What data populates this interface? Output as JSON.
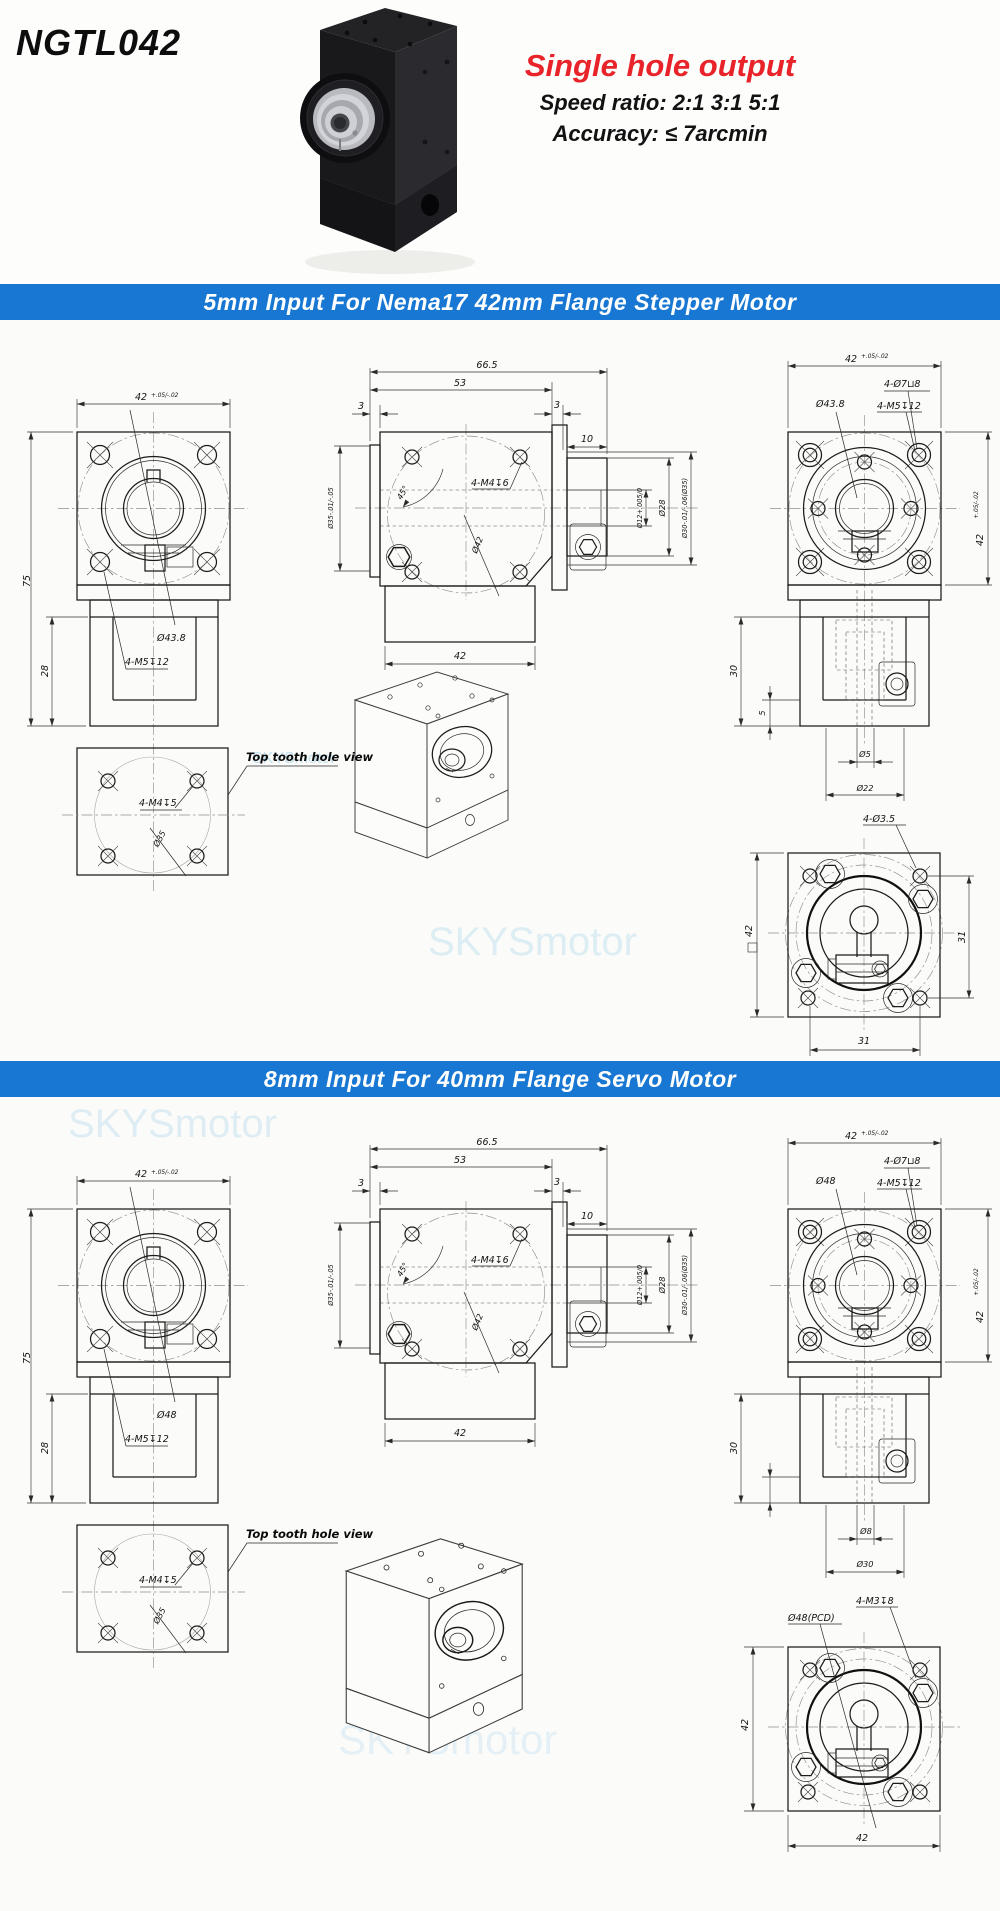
{
  "header": {
    "model": "NGTL042",
    "highlight": "Single hole output",
    "speed_ratio": "Speed ratio: 2:1  3:1  5:1",
    "accuracy": "Accuracy: ≤ 7arcmin",
    "red": "#e8232a"
  },
  "banners": {
    "bg": "#1777d2",
    "stepper": "5mm Input For Nema17 42mm Flange Stepper Motor",
    "servo": "8mm Input For 40mm Flange Servo Motor"
  },
  "watermark": "SKYSmotor",
  "stepper": {
    "front": {
      "width": "42",
      "width_tol": "+.05/-.02",
      "height": "75",
      "foot": "28",
      "bore": "Ø43.8",
      "screws": "4-M5↧12"
    },
    "tooth": {
      "caption": "Top tooth hole view",
      "screws": "4-M4↧5",
      "pcd": "Ø35"
    },
    "side": {
      "total": "66.5",
      "body": "53",
      "edge_left": "3",
      "edge_right": "3",
      "boss_len": "10",
      "angle": "45°",
      "screws": "4-M4↧6",
      "gear_dia": "Ø42",
      "pilot": "Ø35-.01/-.05",
      "shaft_dia": "Ø12+.005/0",
      "hub_dia": "Ø28",
      "boss_dia": "Ø30-.01/-.06(Ø35)",
      "width": "42"
    },
    "output": {
      "width": "42",
      "width_tol": "+.05/-.02",
      "height": "42",
      "height_tol": "+.05/-.02",
      "cbore": "4-Ø7⊔8",
      "screws": "4-M5↧12",
      "boss": "Ø43.8",
      "depth": "30",
      "foot": "5",
      "shaft": "Ø5",
      "hub": "Ø22"
    },
    "bottom": {
      "holes": "4-Ø3.5",
      "side": "42",
      "pitch_right": "31",
      "pitch_bottom": "31"
    }
  },
  "servo": {
    "front": {
      "width": "42",
      "width_tol": "+.05/-.02",
      "height": "75",
      "foot": "28",
      "bore": "Ø48",
      "screws": "4-M5↧12"
    },
    "tooth": {
      "caption": "Top tooth hole view",
      "screws": "4-M4↧5",
      "pcd": "Ø35"
    },
    "side": {
      "total": "66.5",
      "body": "53",
      "edge_left": "3",
      "edge_right": "3",
      "boss_len": "10",
      "angle": "45°",
      "screws": "4-M4↧6",
      "gear_dia": "Ø42",
      "pilot": "Ø35-.01/-.05",
      "shaft_dia": "Ø12+.005/0",
      "hub_dia": "Ø28",
      "boss_dia": "Ø30-.01/-.06(Ø35)",
      "width": "42"
    },
    "output": {
      "width": "42",
      "width_tol": "+.05/-.02",
      "height": "42",
      "height_tol": "+.05/-.02",
      "cbore": "4-Ø7⊔8",
      "screws": "4-M5↧12",
      "boss": "Ø48",
      "depth": "30",
      "shaft": "Ø8",
      "hub": "Ø30"
    },
    "bottom": {
      "pcd": "Ø48(PCD)",
      "screws": "4-M3↧8",
      "side": "42",
      "width": "42"
    }
  }
}
